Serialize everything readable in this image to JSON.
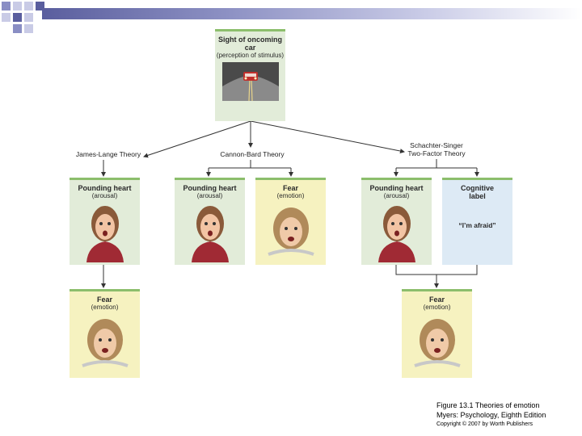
{
  "stimulus": {
    "title": "Sight of oncoming car",
    "subtitle": "(perception of stimulus)"
  },
  "theories": {
    "james_lange": "James-Lange Theory",
    "cannon_bard": "Cannon-Bard Theory",
    "schachter_singer_line1": "Schachter-Singer",
    "schachter_singer_line2": "Two-Factor Theory"
  },
  "boxes": {
    "jl_arousal": {
      "title": "Pounding heart",
      "subtitle": "(arousal)"
    },
    "cb_arousal": {
      "title": "Pounding heart",
      "subtitle": "(arousal)"
    },
    "cb_emotion": {
      "title": "Fear",
      "subtitle": "(emotion)"
    },
    "ss_arousal": {
      "title": "Pounding heart",
      "subtitle": "(arousal)"
    },
    "ss_cognitive": {
      "title_line1": "Cognitive",
      "title_line2": "label",
      "quote": "“I’m afraid”"
    },
    "jl_emotion": {
      "title": "Fear",
      "subtitle": "(emotion)"
    },
    "ss_emotion": {
      "title": "Fear",
      "subtitle": "(emotion)"
    }
  },
  "caption": {
    "line1": "Figure 13.1 Theories of emotion",
    "line2": "Myers: Psychology, Eighth Edition",
    "line3": "Copyright © 2007 by Worth Publishers"
  },
  "colors": {
    "header_bar": "#5a5e9e",
    "green_box": "#e2ecd9",
    "yellow_box": "#f6f2c0",
    "blue_box": "#ddeaf5",
    "box_border": "#8cbe6c"
  }
}
